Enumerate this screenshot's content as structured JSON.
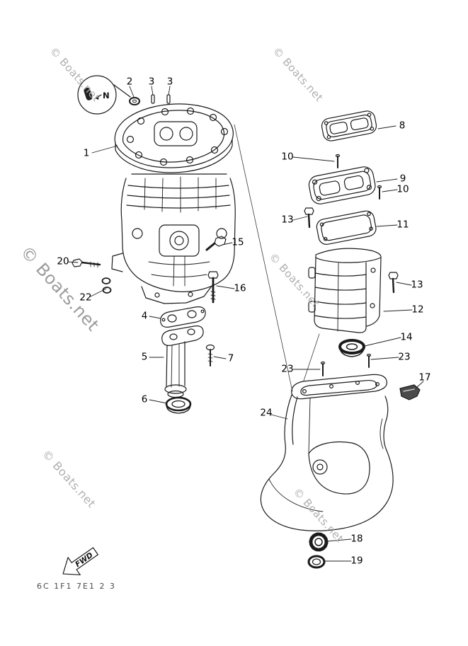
{
  "watermark": {
    "text": "© Boats.net"
  },
  "detail_inset": {
    "label": "N"
  },
  "fwd": {
    "label": "FWD"
  },
  "footer": {
    "code": "6C 1F1 7E1 2 3"
  },
  "callouts": [
    {
      "label": "2"
    },
    {
      "label": "3"
    },
    {
      "label": "3"
    },
    {
      "label": "8"
    },
    {
      "label": "1"
    },
    {
      "label": "10"
    },
    {
      "label": "9"
    },
    {
      "label": "10"
    },
    {
      "label": "13"
    },
    {
      "label": "11"
    },
    {
      "label": "15"
    },
    {
      "label": "20"
    },
    {
      "label": "13"
    },
    {
      "label": "16"
    },
    {
      "label": "22"
    },
    {
      "label": "12"
    },
    {
      "label": "4"
    },
    {
      "label": "14"
    },
    {
      "label": "5"
    },
    {
      "label": "7"
    },
    {
      "label": "23"
    },
    {
      "label": "23"
    },
    {
      "label": "17"
    },
    {
      "label": "6"
    },
    {
      "label": "24"
    },
    {
      "label": "18"
    },
    {
      "label": "19"
    }
  ]
}
